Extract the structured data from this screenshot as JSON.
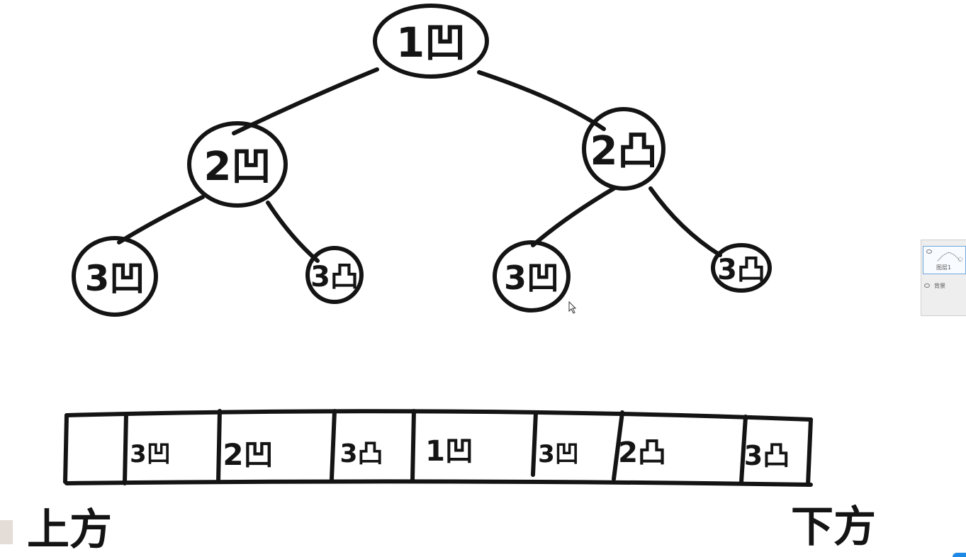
{
  "tree": {
    "nodes": [
      {
        "id": "n1",
        "label": "1凹",
        "level": 1
      },
      {
        "id": "n2a",
        "label": "2凹",
        "level": 2
      },
      {
        "id": "n2b",
        "label": "2凸",
        "level": 2
      },
      {
        "id": "n3a",
        "label": "3凹",
        "level": 3
      },
      {
        "id": "n3b",
        "label": "3凸",
        "level": 3
      },
      {
        "id": "n3c",
        "label": "3凹",
        "level": 3
      },
      {
        "id": "n3d",
        "label": "3凸",
        "level": 3
      }
    ],
    "edges": [
      [
        "n1",
        "n2a"
      ],
      [
        "n1",
        "n2b"
      ],
      [
        "n2a",
        "n3a"
      ],
      [
        "n2a",
        "n3b"
      ],
      [
        "n2b",
        "n3c"
      ],
      [
        "n2b",
        "n3d"
      ]
    ]
  },
  "array": {
    "cells": [
      "",
      "3凹",
      "2凹",
      "3凸",
      "1凹",
      "3凹",
      "2凸",
      "3凸"
    ]
  },
  "labels": {
    "left_end": "上方",
    "right_end": "下方"
  },
  "layers_panel": {
    "layer1": "图层1",
    "background": "背景"
  },
  "colors": {
    "ink": "#141414",
    "panel_accent": "#6fa8dc",
    "corner_accent": "#1e88e5"
  }
}
